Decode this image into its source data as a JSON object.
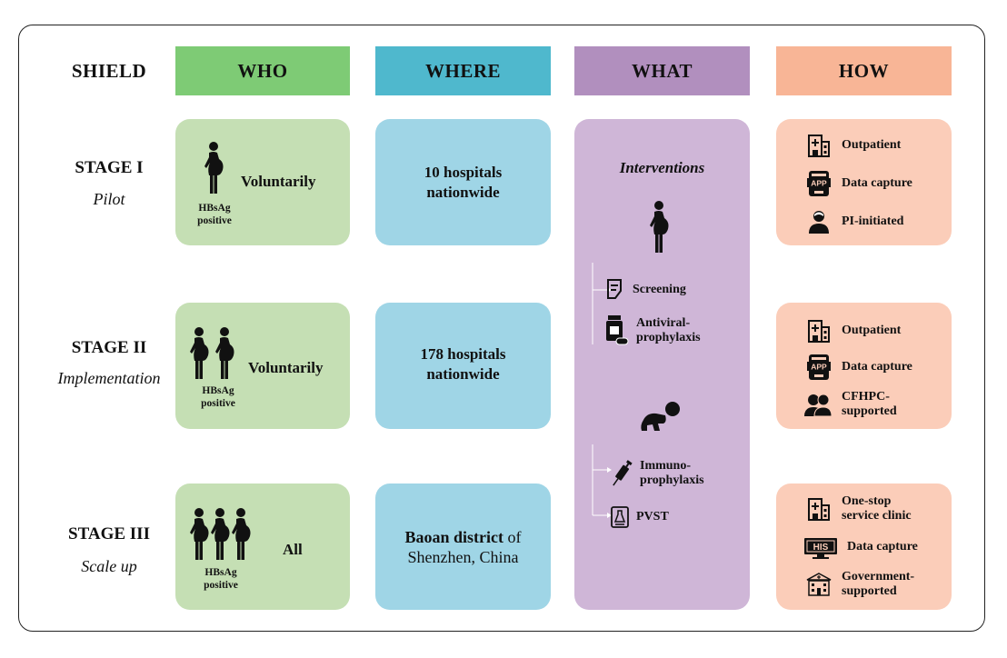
{
  "header": {
    "shield": "SHIELD",
    "who": "WHO",
    "where": "WHERE",
    "what": "WHAT",
    "how": "HOW"
  },
  "colors": {
    "who": "#7ecb75",
    "where": "#4fb8cd",
    "what": "#b18fbe",
    "how": "#f8b596"
  },
  "stages": [
    {
      "title": "STAGE  I",
      "subtitle": "Pilot",
      "who": {
        "label": "Voluntarily",
        "tag_line1": "HBsAg",
        "tag_line2": "positive"
      },
      "where": {
        "line1": "10 hospitals",
        "line2": "nationwide"
      },
      "how": [
        {
          "icon": "hospital-icon",
          "text": "Outpatient"
        },
        {
          "icon": "app-icon",
          "text": "Data capture"
        },
        {
          "icon": "person-icon",
          "text": "PI-initiated"
        }
      ]
    },
    {
      "title": "STAGE  II",
      "subtitle": "Implementation",
      "who": {
        "label": "Voluntarily",
        "tag_line1": "HBsAg",
        "tag_line2": "positive"
      },
      "where": {
        "line1": "178 hospitals",
        "line2": "nationwide"
      },
      "how": [
        {
          "icon": "hospital-icon",
          "text": "Outpatient"
        },
        {
          "icon": "app-icon",
          "text": "Data capture"
        },
        {
          "icon": "group-icon",
          "line1": "CFHPC-",
          "line2": "supported"
        }
      ]
    },
    {
      "title": "STAGE  III",
      "subtitle": "Scale up",
      "who": {
        "label": "All",
        "tag_line1": "HBsAg",
        "tag_line2": "positive"
      },
      "where": {
        "bold": "Baoan district",
        "rest": " of",
        "line2": "Shenzhen, China"
      },
      "how": [
        {
          "icon": "hospital-icon",
          "line1": "One-stop",
          "line2": "service clinic"
        },
        {
          "icon": "his-icon",
          "text": "Data capture",
          "badge": "HIS"
        },
        {
          "icon": "government-icon",
          "line1": "Government-",
          "line2": "supported"
        }
      ]
    }
  ],
  "what": {
    "title": "Interventions",
    "maternal": [
      {
        "icon": "screening-icon",
        "text": "Screening"
      },
      {
        "icon": "medication-icon",
        "line1": "Antiviral-",
        "line2": "prophylaxis"
      }
    ],
    "infant": [
      {
        "icon": "syringe-icon",
        "line1": "Immuno-",
        "line2": "prophylaxis"
      },
      {
        "icon": "pvst-icon",
        "text": "PVST"
      }
    ]
  },
  "app_badge": "APP"
}
